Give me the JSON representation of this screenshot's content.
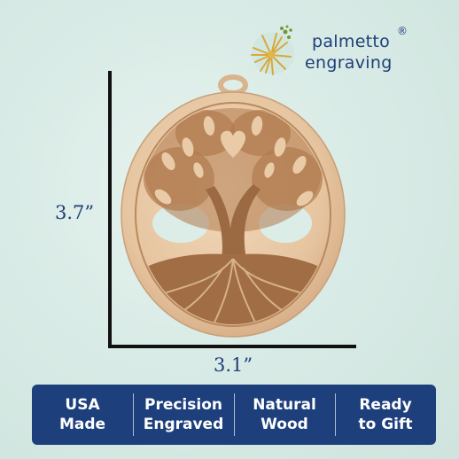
{
  "brand": {
    "name_line1": "palmetto",
    "registered_mark": "®",
    "name_line2": "engraving",
    "logo_icon": "palmetto-burst-icon",
    "color": "#1f3f78"
  },
  "dimensions": {
    "height_label": "3.7”",
    "width_label": "3.1”"
  },
  "product": {
    "icon": "tree-of-life-ornament",
    "wood_color": "#e8c9a6",
    "engraved_color": "#a8744a"
  },
  "features": [
    {
      "line1": "USA",
      "line2": "Made"
    },
    {
      "line1": "Precision",
      "line2": "Engraved"
    },
    {
      "line1": "Natural",
      "line2": "Wood"
    },
    {
      "line1": "Ready",
      "line2": "to Gift"
    }
  ],
  "colors": {
    "banner": "#1d3f7c",
    "background": "#d9ebe6"
  }
}
